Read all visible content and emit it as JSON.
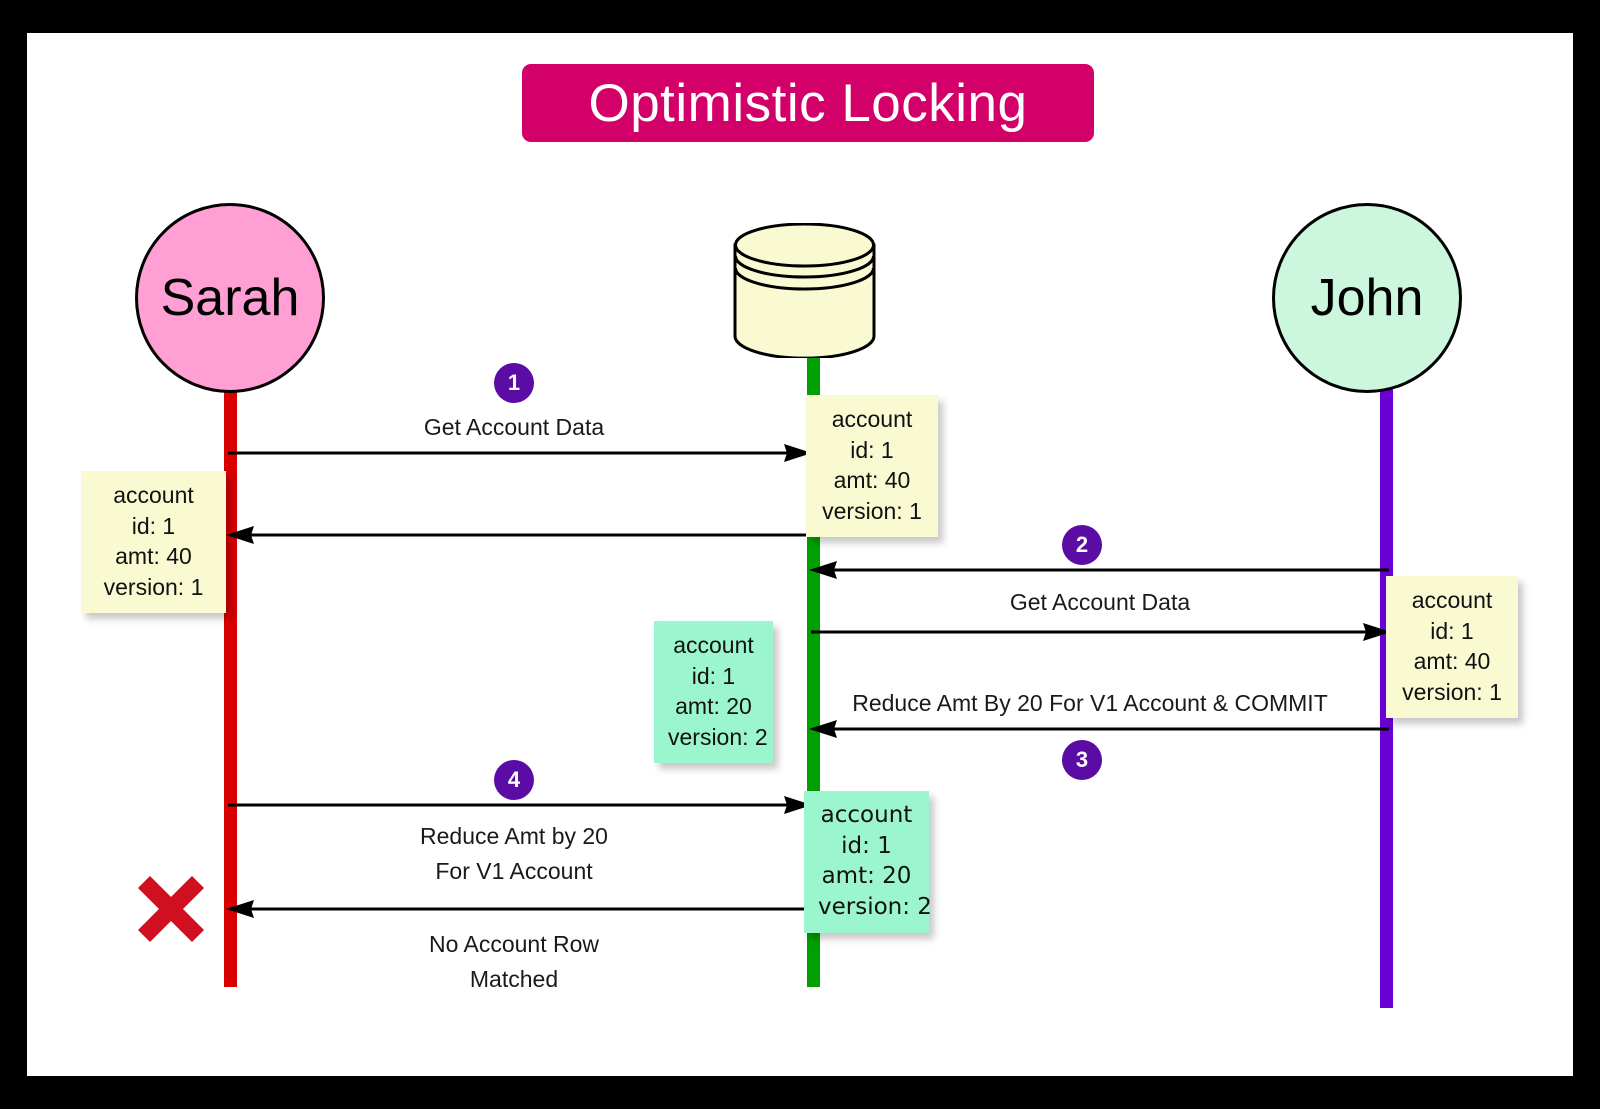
{
  "diagram": {
    "title": "Optimistic Locking",
    "title_bg": "#D4006A",
    "frame_bg": "#000000",
    "board_bg": "#ffffff"
  },
  "actors": [
    {
      "id": "sarah",
      "label": "Sarah",
      "shape": "circle",
      "fill": "#FF9FD4",
      "lifeline_color": "#D80000"
    },
    {
      "id": "database",
      "label": "",
      "shape": "cylinder",
      "fill": "#FAFAD2",
      "lifeline_color": "#00A000"
    },
    {
      "id": "john",
      "label": "John",
      "shape": "circle",
      "fill": "#CCF7DE",
      "lifeline_color": "#6A00D4"
    }
  ],
  "steps": [
    {
      "number": "1",
      "label": "Get Account Data",
      "from": "sarah",
      "to": "database"
    },
    {
      "number": "2",
      "label": "Get Account Data",
      "from": "john",
      "to": "database"
    },
    {
      "number": "3",
      "label": "Reduce Amt By 20 For V1 Account & COMMIT",
      "from": "john",
      "to": "database"
    },
    {
      "number": "4",
      "label_line1": "Reduce Amt by 20",
      "label_line2": "For V1 Account",
      "from": "sarah",
      "to": "database"
    }
  ],
  "messages": {
    "step1_request": "Get Account Data",
    "step2_request": "Get Account Data",
    "step3_request": "Reduce Amt By 20 For V1 Account & COMMIT",
    "step4_request_line1": "Reduce Amt by 20",
    "step4_request_line2": "For V1 Account",
    "step4_response_line1": "No Account Row",
    "step4_response_line2": "Matched"
  },
  "notes": {
    "sarah_read": {
      "color": "#FAFAD2",
      "line1": "account",
      "line2": "id: 1",
      "line3": "amt: 40",
      "line4": "version: 1"
    },
    "db_initial": {
      "color": "#FAFAD2",
      "line1": "account",
      "line2": "id: 1",
      "line3": "amt: 40",
      "line4": "version: 1"
    },
    "john_read": {
      "color": "#FAFAD2",
      "line1": "account",
      "line2": "id: 1",
      "line3": "amt: 40",
      "line4": "version: 1"
    },
    "db_after_john_commit": {
      "color": "#9BF5CE",
      "line1": "account",
      "line2": "id: 1",
      "line3": "amt: 20",
      "line4": "version: 2"
    },
    "db_final": {
      "color": "#9BF5CE",
      "line1": "account",
      "line2": "id: 1",
      "line3": "amt: 20",
      "line4": "version: 2"
    }
  },
  "badges": {
    "one": "1",
    "two": "2",
    "three": "3",
    "four": "4",
    "color": "#5B0CA5"
  },
  "failure": {
    "icon": "cross-mark",
    "color": "#D01020"
  }
}
